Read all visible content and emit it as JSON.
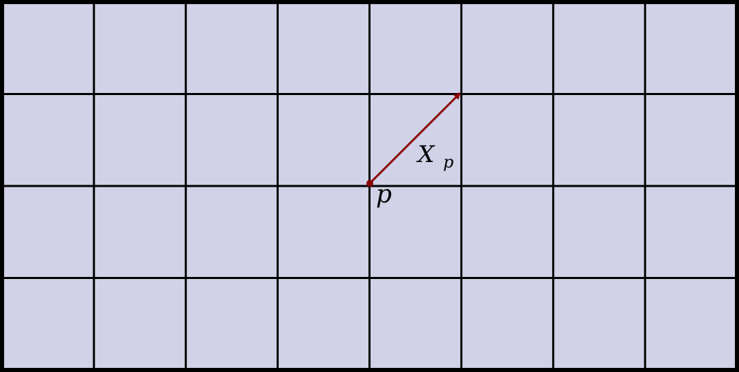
{
  "colors": {
    "background": "#d1d1e7",
    "grid": "#000000",
    "border": "#000000",
    "vector": "#8b0000",
    "point": "#8b0000",
    "text": "#000000"
  },
  "grid": {
    "columns": 8,
    "rows": 4
  },
  "point": {
    "label": "p"
  },
  "vector": {
    "label_main": "X",
    "label_sub": "p"
  }
}
